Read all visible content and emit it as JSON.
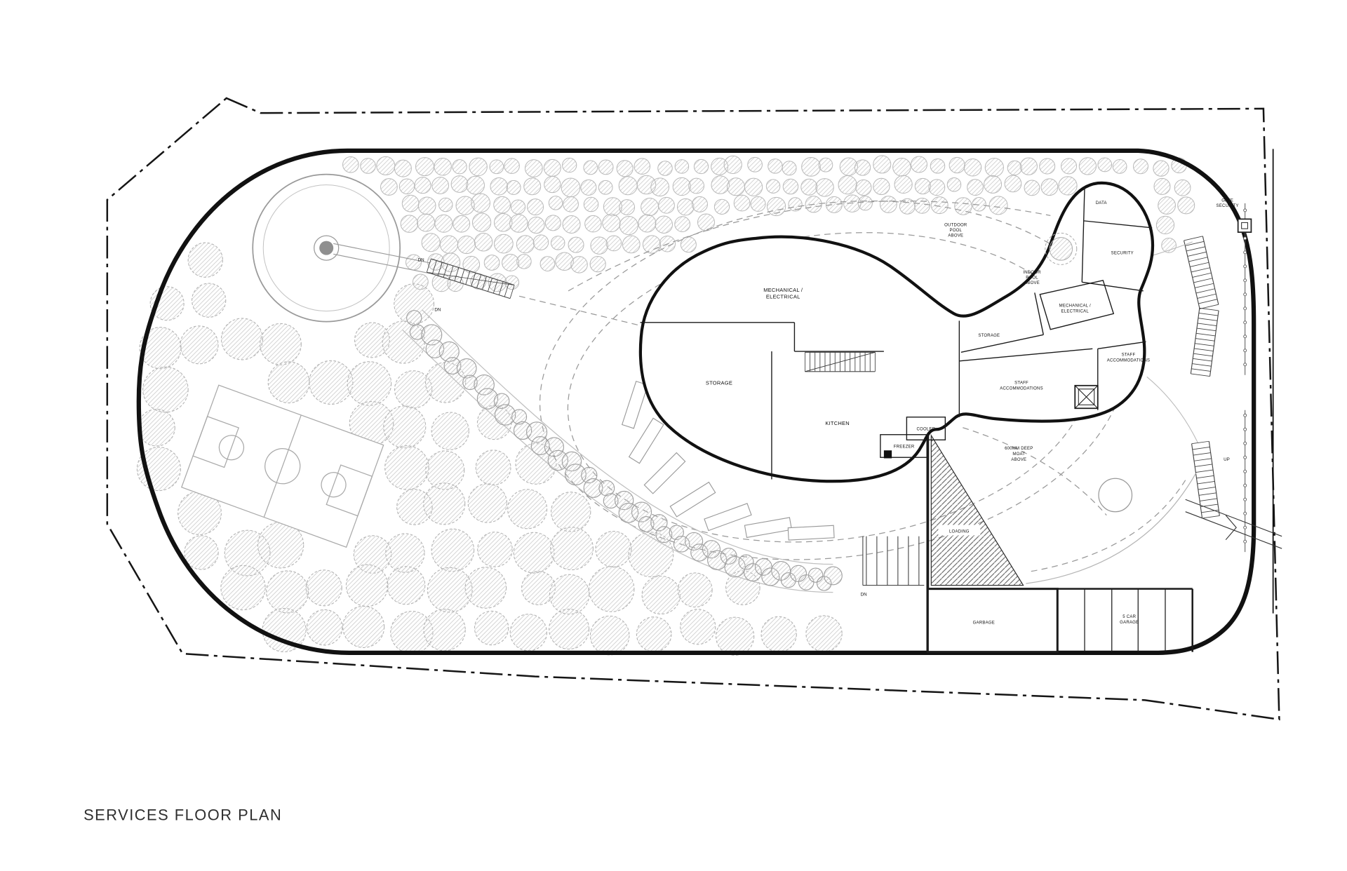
{
  "page": {
    "title": "SERVICES FLOOR PLAN"
  },
  "colors": {
    "ink": "#1a1a1a",
    "gray": "#9a9a9a",
    "tree_line": "#b5b5b5",
    "hatch": "#555555"
  },
  "labels": {
    "title": "SERVICES FLOOR PLAN",
    "mech_left": {
      "lines": [
        "MECHANICAL /",
        "ELECTRICAL"
      ]
    },
    "storage_left": "STORAGE",
    "kitchen": "KITCHEN",
    "cooler": "COOLER",
    "freezer": "FREEZER",
    "staff_acc_left": {
      "lines": [
        "STAFF",
        "ACCOMMODATIONS"
      ]
    },
    "storage_right": "STORAGE",
    "mech_right": {
      "lines": [
        "MECHANICAL /",
        "ELECTRICAL"
      ]
    },
    "staff_acc_right": {
      "lines": [
        "STAFF",
        "ACCOMMODATIONS"
      ]
    },
    "security": "SECURITY",
    "data": "DATA",
    "outdoor_pool": {
      "lines": [
        "OUTDOOR",
        "POOL",
        "ABOVE"
      ]
    },
    "indoor_pool": {
      "lines": [
        "INDOOR",
        "POOL",
        "ABOVE"
      ]
    },
    "moat": {
      "lines": [
        "600MM DEEP",
        "MOAT",
        "ABOVE"
      ]
    },
    "loading": "LOADING",
    "garbage": "GARBAGE",
    "garage": {
      "lines": [
        "5 CAR",
        "GARAGE"
      ]
    },
    "gate_security": {
      "lines": [
        "GATE",
        "SECURITY"
      ]
    },
    "up": "UP",
    "dn": "DN"
  }
}
